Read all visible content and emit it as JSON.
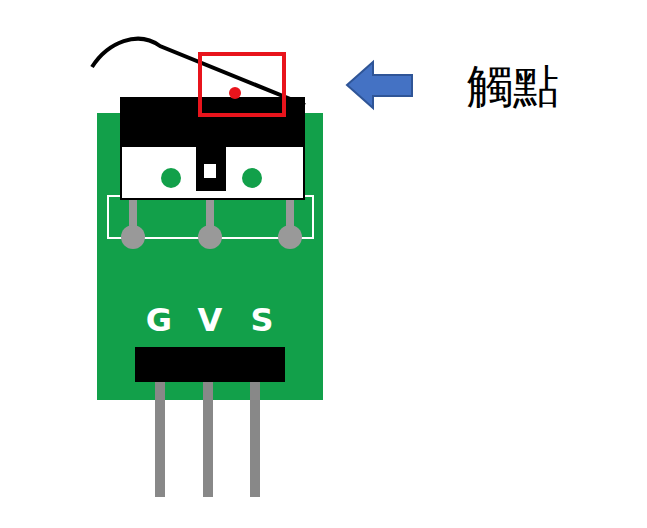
{
  "diagram": {
    "labels": [
      "觸點",
      "G",
      "V",
      "S"
    ]
  }
}
